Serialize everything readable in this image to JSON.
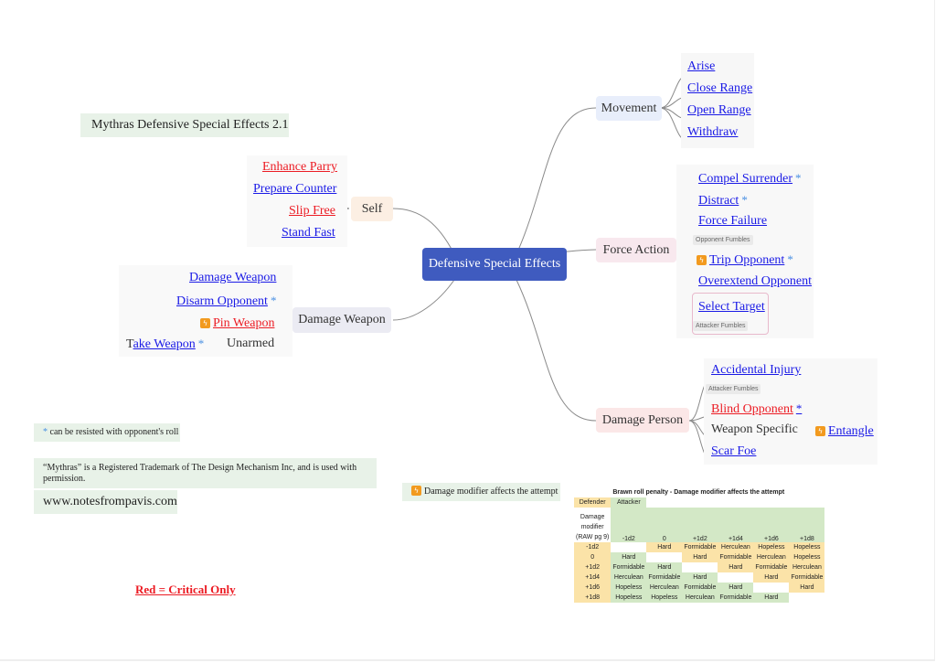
{
  "title": "Mythras Defensive Special Effects 2.1",
  "central": "Defensive Special Effects",
  "branches": {
    "movement": {
      "label": "Movement",
      "items": [
        {
          "label": "Arise"
        },
        {
          "label": "Close Range"
        },
        {
          "label": "Open Range"
        },
        {
          "label": "Withdraw"
        }
      ]
    },
    "force_action": {
      "label": "Force Action",
      "items": [
        {
          "label": "Compel Surrender",
          "resistable": "*"
        },
        {
          "label": "Distract",
          "resistable": "*"
        },
        {
          "label": "Force Failure",
          "tag": "Opponent Fumbles"
        },
        {
          "label": "Trip Opponent",
          "resistable": "*",
          "damage_modifier": true
        },
        {
          "label": "Overextend Opponent"
        },
        {
          "label": "Select Target",
          "tag": "Attacker Fumbles"
        }
      ]
    },
    "damage_person": {
      "label": "Damage Person",
      "items": [
        {
          "label": "Accidental Injury",
          "tag": "Attacker Fumbles"
        },
        {
          "label": "Blind Opponent",
          "resistable": "*",
          "critical_only": true
        },
        {
          "label": "Weapon Specific",
          "child": "Entangle",
          "child_damage_modifier": true
        },
        {
          "label": "Scar Foe"
        }
      ]
    },
    "self": {
      "label": "Self",
      "items": [
        {
          "label": "Enhance Parry",
          "critical_only": true
        },
        {
          "label": "Prepare Counter"
        },
        {
          "label": "Slip Free",
          "critical_only": true
        },
        {
          "label": "Stand Fast"
        }
      ]
    },
    "damage_weapon": {
      "label": "Damage Weapon",
      "items": [
        {
          "label": "Damage Weapon"
        },
        {
          "label": "Disarm Opponent",
          "resistable": "*"
        },
        {
          "label": "Pin Weapon",
          "critical_only": true,
          "damage_modifier": true
        },
        {
          "label": "Unarmed",
          "child_prefix": "T",
          "child": "ake Weapon",
          "child_resistable": "*"
        }
      ]
    }
  },
  "notes": {
    "asterisk_symbol": "*",
    "asterisk_text": " can be resisted with opponent's roll",
    "trademark": "“Mythras” is a Registered Trademark of The Design Mechanism Inc, and is used with permission.",
    "website": "www.notesfrompavis.com",
    "damage_modifier": "Damage modifier affects the attempt",
    "critical_legend": "Red = Critical Only"
  },
  "colors": {
    "link": "#1a1ae6",
    "critical": "#ec1c24",
    "central": "#3f5bbf",
    "asterisk": "#4a90e2",
    "bolt": "#f29a1f"
  },
  "table": {
    "title": "Brawn roll penalty - Damage modifier affects the attempt",
    "defender_label": "Defender",
    "attacker_label": "Attacker",
    "row_header": [
      "Damage",
      "modifier",
      "(RAW pg 9)"
    ],
    "columns": [
      "-1d2",
      "0",
      "+1d2",
      "+1d4",
      "+1d6",
      "+1d8"
    ],
    "rows": [
      {
        "mod": "-1d2",
        "cells": [
          "",
          "Hard",
          "Formidable",
          "Herculean",
          "Hopeless",
          "Hopeless"
        ]
      },
      {
        "mod": "0",
        "cells": [
          "Hard",
          "",
          "Hard",
          "Formidable",
          "Herculean",
          "Hopeless"
        ]
      },
      {
        "mod": "+1d2",
        "cells": [
          "Formidable",
          "Hard",
          "",
          "Hard",
          "Formidable",
          "Herculean"
        ]
      },
      {
        "mod": "+1d4",
        "cells": [
          "Herculean",
          "Formidable",
          "Hard",
          "",
          "Hard",
          "Formidable"
        ]
      },
      {
        "mod": "+1d6",
        "cells": [
          "Hopeless",
          "Herculean",
          "Formidable",
          "Hard",
          "",
          "Hard"
        ]
      },
      {
        "mod": "+1d8",
        "cells": [
          "Hopeless",
          "Hopeless",
          "Herculean",
          "Formidable",
          "Hard",
          ""
        ]
      }
    ]
  }
}
